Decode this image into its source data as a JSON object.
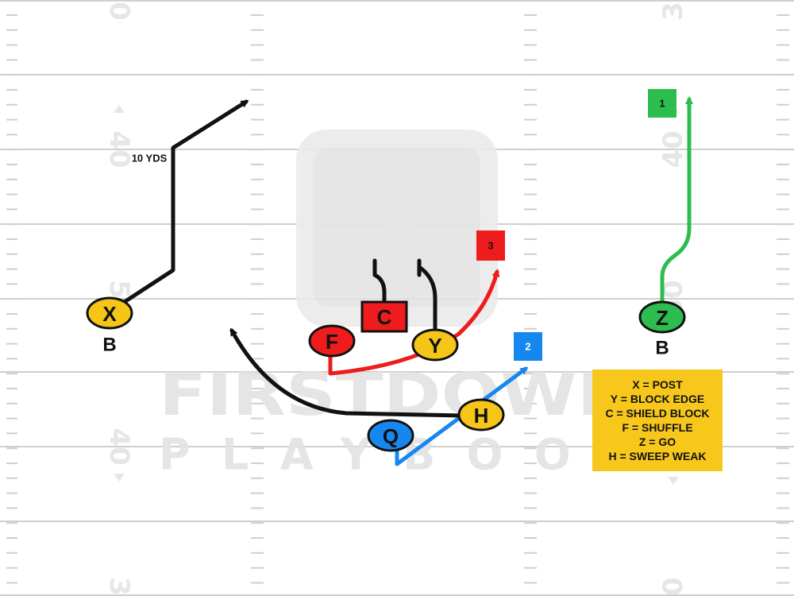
{
  "watermark": {
    "logo_numeral": "1",
    "brand_line1": "FIRSTDOWN",
    "brand_line2": "PLAYBOOK"
  },
  "yard_numbers": {
    "top_left": "0",
    "top_right": "3",
    "left_upper": "40",
    "left_middle": "50",
    "left_lower": "40",
    "right_upper": "40",
    "right_middle": "50",
    "right_lower": "40",
    "bottom_left": "3",
    "bottom_right": "0"
  },
  "players": [
    {
      "id": "X",
      "label": "X",
      "color": "#f5c518"
    },
    {
      "id": "Z",
      "label": "Z",
      "color": "#2dbd4e"
    },
    {
      "id": "F",
      "label": "F",
      "color": "#ee1c1c"
    },
    {
      "id": "C",
      "label": "C",
      "color": "#ee1c1c"
    },
    {
      "id": "Y",
      "label": "Y",
      "color": "#f5c518"
    },
    {
      "id": "H",
      "label": "H",
      "color": "#f5c518"
    },
    {
      "id": "Q",
      "label": "Q",
      "color": "#1787f0"
    }
  ],
  "read_callouts": [
    {
      "id": "read-1",
      "label": "1",
      "color": "#2dbd4e"
    },
    {
      "id": "read-2",
      "label": "2",
      "color": "#1787f0"
    },
    {
      "id": "read-3",
      "label": "3",
      "color": "#ee1c1c"
    }
  ],
  "block_labels": {
    "x_block": "B",
    "z_block": "B"
  },
  "route_annotations": {
    "x_distance": "10 YDS"
  },
  "legend": {
    "background": "#f7c71c",
    "lines": [
      "X = POST",
      "Y = BLOCK EDGE",
      "C = SHIELD BLOCK",
      "F = SHUFFLE",
      "Z = GO",
      "H = SWEEP WEAK"
    ]
  },
  "colors": {
    "field_lines": "#cfcfcf",
    "route_black": "#111111",
    "route_red": "#ee1c1c",
    "route_blue": "#1787f0",
    "route_green": "#2dbd4e"
  }
}
